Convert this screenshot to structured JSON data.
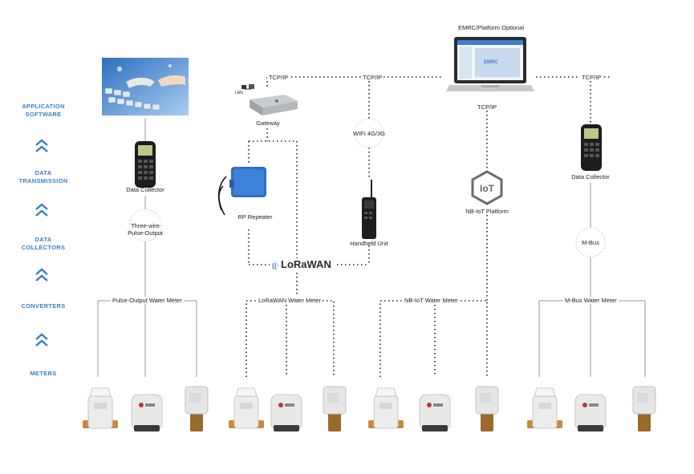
{
  "layers": [
    {
      "name": "APPLICATION\nSOFTWARE",
      "icon": "double-chevron-up-icon"
    },
    {
      "name": "DATA\nTRANSMISSION",
      "icon": "double-chevron-up-icon"
    },
    {
      "name": "DATA\nCOLLECTORS",
      "icon": "double-chevron-up-icon"
    },
    {
      "name": "CONVERTERS",
      "icon": "double-chevron-up-icon"
    },
    {
      "name": "METERS"
    }
  ],
  "labels": {
    "emrc": "EMRC/Platform Optional",
    "emrc_screen": "EMRC",
    "tcp1": "TCP/IP",
    "tcp2": "TCP/IP",
    "tcp3": "TCP/IP",
    "tcp4": "TCP/IP",
    "lan": "LAN",
    "gateway": "Gateway",
    "wifi": "WIFI 4G/3G",
    "rp_repeater": "RP Repeater",
    "handheld": "Handheld Unit",
    "lorawan": "LoRaWAN",
    "nbiot_platform": "NB-IoT Platform",
    "data_collector_left": "Data Collector",
    "data_collector_right": "Data Collector",
    "three_wire": "Three-wire\nPulse-Output",
    "mbus": "M-Bus"
  },
  "groups": [
    "Pulse-Output Water Meter",
    "LoRaWAN Water Meter",
    "NB-IoT Water Meter",
    "M-Bus Water Meter"
  ],
  "colors": {
    "accent": "#3b7fc4",
    "line": "#9a9a9a",
    "dots": "#222222",
    "meter_brass": "#c8893a",
    "meter_body": "#ececec"
  }
}
